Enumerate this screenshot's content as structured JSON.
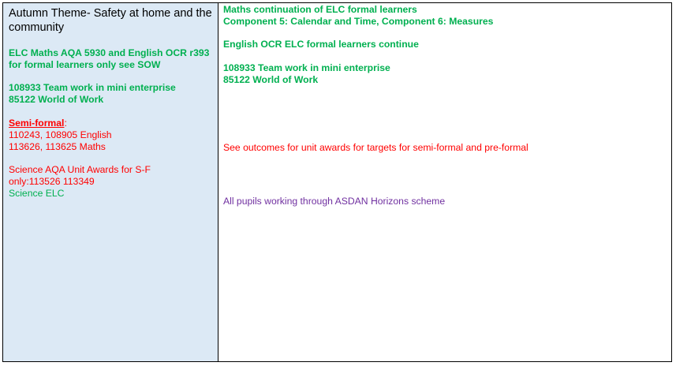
{
  "left": {
    "title": "Autumn Theme- Safety at home and the community",
    "elc_line": "ELC Maths AQA 5930 and English OCR r393 for formal learners only see SOW",
    "teamwork_1": "108933 Team work in mini enterprise",
    "teamwork_2": "85122 World of Work",
    "semi_formal_label": "Semi-formal",
    "semi_formal_colon": ":",
    "semi_english": "110243, 108905 English",
    "semi_maths": "113626, 113625 Maths",
    "science_1": "Science AQA Unit Awards for S-F",
    "science_2": "only:113526    113349",
    "science_elc": "Science ELC"
  },
  "right": {
    "maths_1": "Maths continuation of ELC formal learners",
    "maths_2": "Component 5: Calendar and Time, Component 6: Measures",
    "english": "English OCR ELC  formal learners continue",
    "teamwork_1": "108933 Team work in mini enterprise",
    "teamwork_2": "85122 World of Work",
    "outcomes": "See outcomes for unit awards for targets for semi-formal and pre-formal",
    "asdan": "All pupils working through ASDAN Horizons scheme"
  }
}
